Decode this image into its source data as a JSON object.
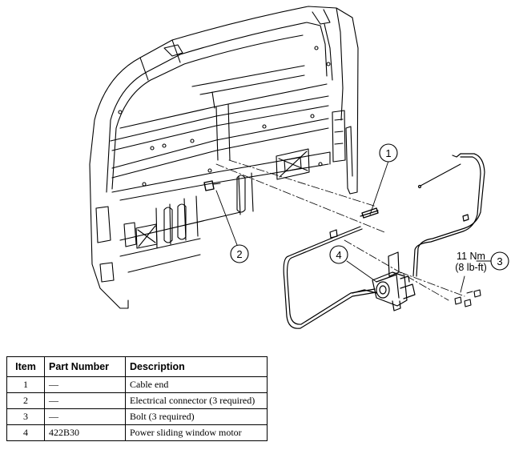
{
  "diagram": {
    "callouts": [
      "1",
      "2",
      "3",
      "4"
    ],
    "torque": {
      "value": "11 Nm",
      "alt": "(8 lb-ft)"
    }
  },
  "table": {
    "headers": [
      "Item",
      "Part Number",
      "Description"
    ],
    "rows": [
      {
        "item": "1",
        "part": "—",
        "desc": "Cable end"
      },
      {
        "item": "2",
        "part": "—",
        "desc": "Electrical connector (3 required)"
      },
      {
        "item": "3",
        "part": "—",
        "desc": "Bolt (3 required)"
      },
      {
        "item": "4",
        "part": "422B30",
        "desc": "Power sliding window motor"
      }
    ]
  }
}
